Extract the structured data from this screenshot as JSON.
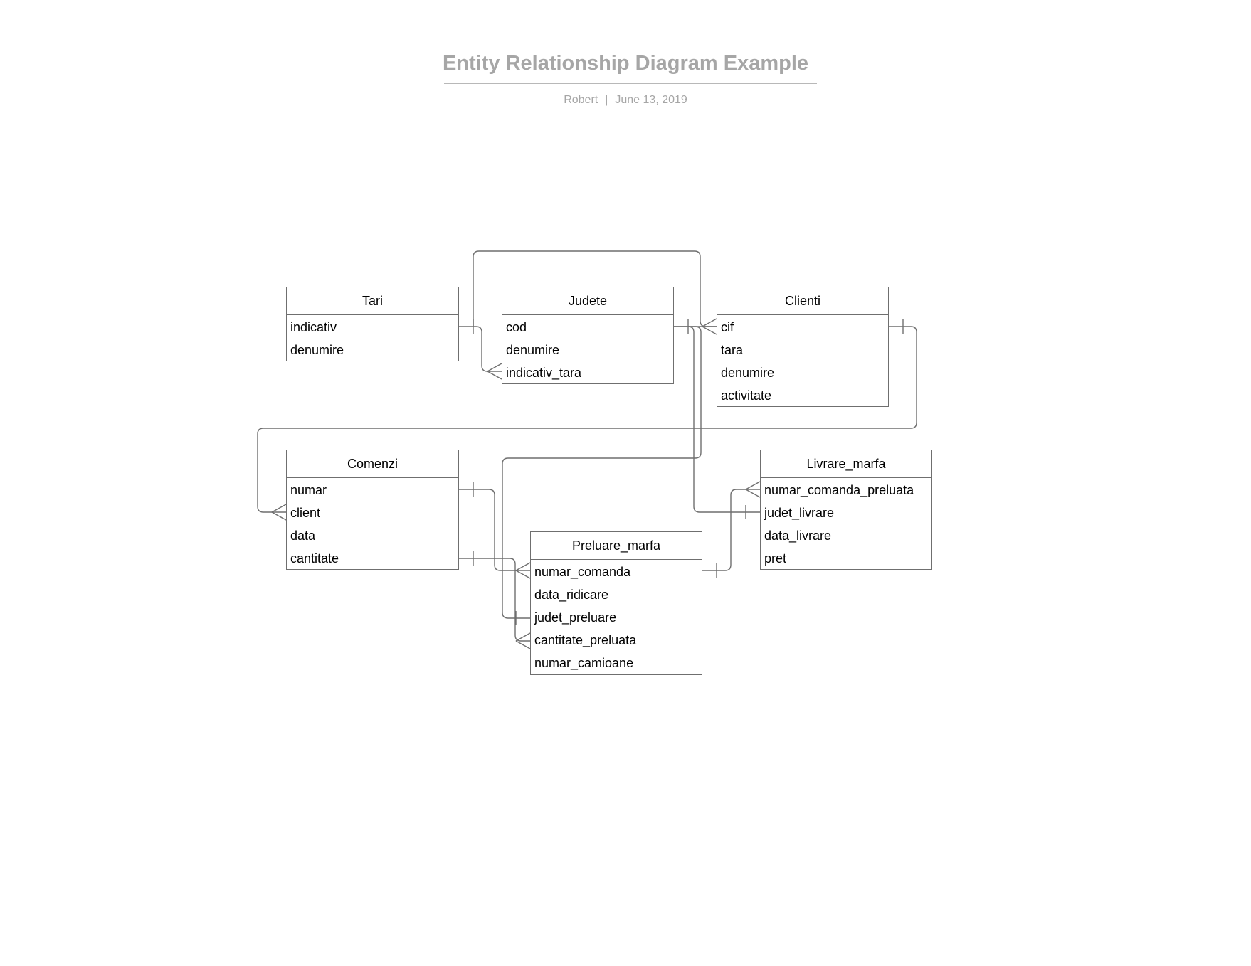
{
  "header": {
    "title": "Entity Relationship Diagram Example",
    "author": "Robert",
    "separator": "|",
    "date": "June 13, 2019"
  },
  "entities": {
    "tari": {
      "name": "Tari",
      "attributes": [
        "indicativ",
        "denumire"
      ]
    },
    "judete": {
      "name": "Judete",
      "attributes": [
        "cod",
        "denumire",
        "indicativ_tara"
      ]
    },
    "clienti": {
      "name": "Clienti",
      "attributes": [
        "cif",
        "tara",
        "denumire",
        "activitate"
      ]
    },
    "comenzi": {
      "name": "Comenzi",
      "attributes": [
        "numar",
        "client",
        "data",
        "cantitate"
      ]
    },
    "livrare_marfa": {
      "name": "Livrare_marfa",
      "attributes": [
        "numar_comanda_preluata",
        "judet_livrare",
        "data_livrare",
        "pret"
      ]
    },
    "preluare_marfa": {
      "name": "Preluare_marfa",
      "attributes": [
        "numar_comanda",
        "data_ridicare",
        "judet_preluare",
        "cantitate_preluata",
        "numar_camioane"
      ]
    }
  },
  "relationships": [
    {
      "from": "Tari.indicativ",
      "to": "Judete.indicativ_tara",
      "from_end": "one",
      "to_end": "many"
    },
    {
      "from": "Tari.indicativ",
      "to": "Clienti.cif",
      "from_end": "one",
      "to_end": "many"
    },
    {
      "from": "Judete.cod",
      "to": "Clienti.cif",
      "from_end": "one",
      "to_end": "many"
    },
    {
      "from": "Clienti.cif",
      "to": "Comenzi.client",
      "from_end": "one",
      "to_end": "many"
    },
    {
      "from": "Comenzi.numar",
      "to": "Preluare_marfa.numar_comanda",
      "from_end": "one",
      "to_end": "many"
    },
    {
      "from": "Comenzi.cantitate",
      "to": "Preluare_marfa.cantitate_preluata",
      "from_end": "one",
      "to_end": "many"
    },
    {
      "from": "Judete.cod",
      "to": "Preluare_marfa.judet_preluare",
      "from_end": "one",
      "to_end": "one"
    },
    {
      "from": "Judete.cod",
      "to": "Livrare_marfa.judet_livrare",
      "from_end": "one",
      "to_end": "one"
    },
    {
      "from": "Preluare_marfa.numar_comanda",
      "to": "Livrare_marfa.numar_comanda_preluata",
      "from_end": "one",
      "to_end": "many"
    }
  ]
}
